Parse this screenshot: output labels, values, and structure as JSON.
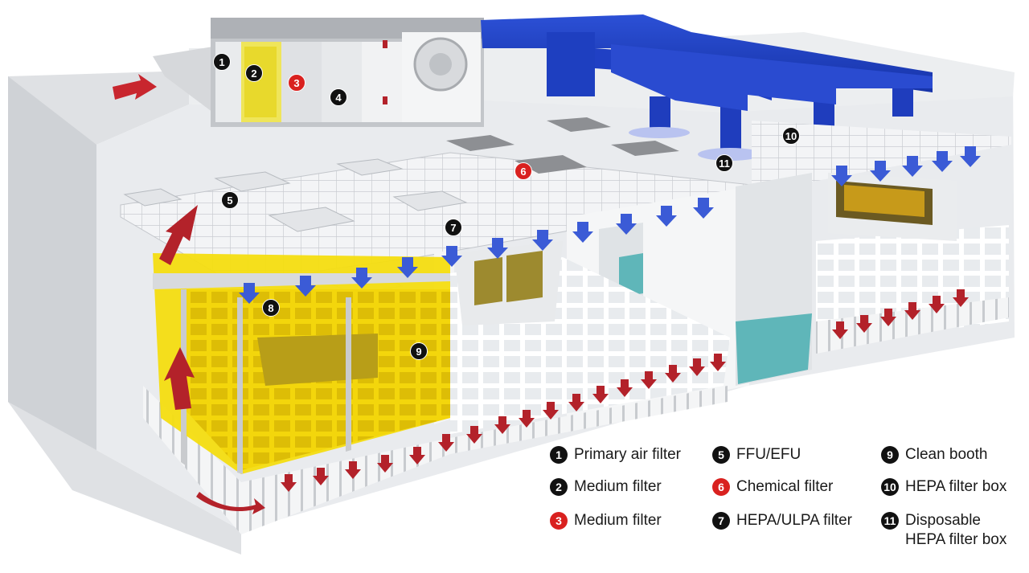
{
  "markers": [
    {
      "number": "1",
      "color": "black"
    },
    {
      "number": "2",
      "color": "black"
    },
    {
      "number": "3",
      "color": "red"
    },
    {
      "number": "4",
      "color": "black"
    },
    {
      "number": "5",
      "color": "black"
    },
    {
      "number": "6",
      "color": "red"
    },
    {
      "number": "7",
      "color": "black"
    },
    {
      "number": "8",
      "color": "black"
    },
    {
      "number": "9",
      "color": "black"
    },
    {
      "number": "10",
      "color": "black"
    },
    {
      "number": "11",
      "color": "black"
    }
  ],
  "legend": [
    {
      "number": "1",
      "label": "Primary air filter",
      "color": "black"
    },
    {
      "number": "2",
      "label": "Medium filter",
      "color": "black"
    },
    {
      "number": "3",
      "label": "Medium filter",
      "color": "red"
    },
    {
      "number": "5",
      "label": "FFU/EFU",
      "color": "black"
    },
    {
      "number": "6",
      "label": "Chemical filter",
      "color": "red"
    },
    {
      "number": "7",
      "label": "HEPA/ULPA filter",
      "color": "black"
    },
    {
      "number": "9",
      "label": "Clean booth",
      "color": "black"
    },
    {
      "number": "10",
      "label": "HEPA filter box",
      "color": "black"
    },
    {
      "number": "11",
      "label": "Disposable\nHEPA filter box",
      "color": "black"
    }
  ],
  "colors": {
    "duct": "#1d3fc4",
    "supply_arrow": "#3b5bd6",
    "return_arrow": "#b3222a",
    "booth": "#f4dd10",
    "floor_teal": "#5fb6b9",
    "black_marker": "#111111",
    "red_marker": "#d9211f"
  }
}
